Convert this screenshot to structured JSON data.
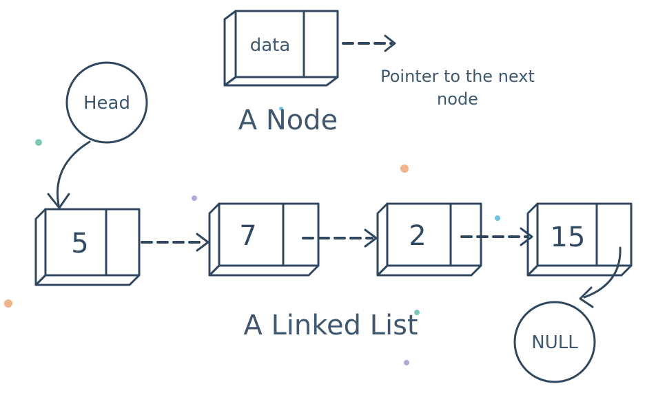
{
  "legend": {
    "node_field": "data",
    "pointer_caption_line1": "Pointer to the next",
    "pointer_caption_line2": "node",
    "title": "A Node"
  },
  "head_label": "Head",
  "null_label": "NULL",
  "list_title": "A Linked List",
  "nodes": [
    {
      "value": "5",
      "color": "#5bbad5"
    },
    {
      "value": "7",
      "color": "#a99bcb"
    },
    {
      "value": "2",
      "color": "#f8ad9d"
    },
    {
      "value": "15",
      "color": "#83cdc0"
    }
  ],
  "colors": {
    "legend_node": "#5bbad5",
    "circle": "#dfe3f4",
    "ink": "#30485f",
    "dot_orange": "#f2b48d",
    "dot_teal": "#7cc7b8",
    "dot_purple": "#b7a6d6",
    "dot_blue": "#6cc3e3"
  }
}
